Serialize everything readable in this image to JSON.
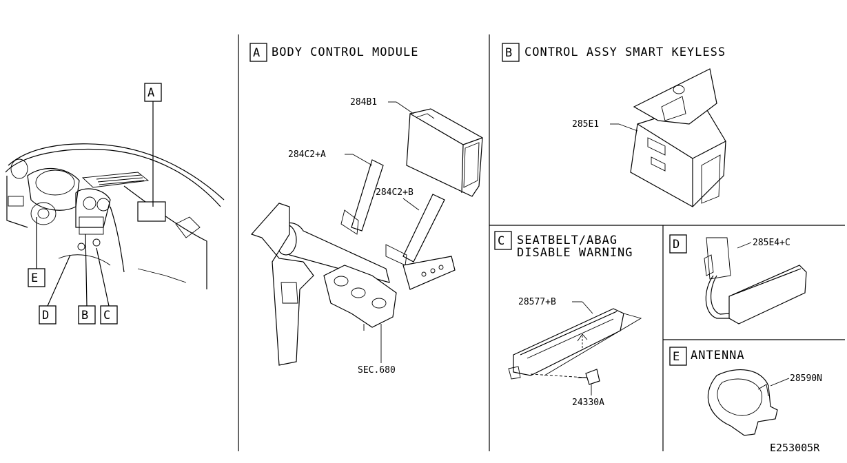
{
  "sections": {
    "a": {
      "letter": "A",
      "title": "BODY CONTROL MODULE"
    },
    "b": {
      "letter": "B",
      "title": "CONTROL ASSY SMART KEYLESS"
    },
    "c": {
      "letter": "C",
      "title_line1": "SEATBELT/ABAG",
      "title_line2": "DISABLE WARNING"
    },
    "d": {
      "letter": "D"
    },
    "e": {
      "letter": "E",
      "title": "ANTENNA"
    }
  },
  "overview_callouts": [
    "A",
    "E",
    "D",
    "B",
    "C"
  ],
  "parts": {
    "p284b1": "284B1",
    "p284c2a": "284C2+A",
    "p284c2b": "284C2+B",
    "sec680": "SEC.680",
    "p285e1": "285E1",
    "p28577b": "28577+B",
    "p24330a": "24330A",
    "p285e4c": "285E4+C",
    "p28590n": "28590N"
  },
  "figure_id": "E253005R"
}
